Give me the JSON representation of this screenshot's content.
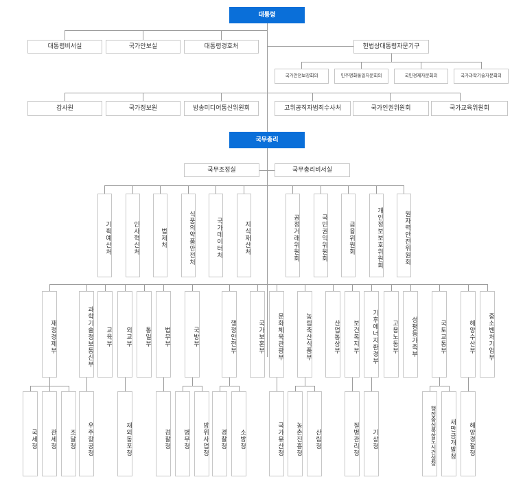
{
  "top": {
    "president": "대통령",
    "prime_minister": "국무총리"
  },
  "president_row1": [
    "대통령비서실",
    "국가안보실",
    "대통령경호처"
  ],
  "constitutional_group": "헌법상대통령자문기구",
  "constitutional_bodies": [
    "국가안전보장회의",
    "민주평화통일자문회의",
    "국민경제자문회의",
    "국가과학기술자문회의"
  ],
  "president_row2_left": [
    "감사원",
    "국가정보원",
    "방송미디어통신위원회"
  ],
  "president_row2_right": [
    "고위공직자범죄수사처",
    "국가인권위원회",
    "국가교육위원회"
  ],
  "pm_offices": [
    "국무조정실",
    "국무총리비서실"
  ],
  "pm_agencies": [
    "기획예산처",
    "인사혁신처",
    "법제처",
    "식품의약품안전처",
    "국가데이터처",
    "지식재산처"
  ],
  "pm_commissions": [
    "공정거래위원회",
    "국민권익위원회",
    "금융위원회",
    "개인정보보호위원회",
    "원자력안전위원회"
  ],
  "ministries": [
    "재정경제부",
    "과학기술정보통신부",
    "교육부",
    "외교부",
    "통일부",
    "법무부",
    "국방부",
    "행정안전부",
    "국가보훈부",
    "문화체육관광부",
    "농림축산식품부",
    "산업통상부",
    "보건복지부",
    "기후에너지환경부",
    "고용노동부",
    "성평등가족부",
    "국토교통부",
    "해양수산부",
    "중소벤처기업부"
  ],
  "agencies": [
    "국세청",
    "관세청",
    "조달청",
    "우주항공청",
    "재외동포청",
    "검찰청",
    "병무청",
    "방위사업청",
    "경찰청",
    "소방청",
    "국가유산청",
    "농촌진흥청",
    "산림청",
    "질병관리청",
    "기상청",
    "행정중심복합도시건설청",
    "새만금개발청",
    "해양경찰청"
  ]
}
